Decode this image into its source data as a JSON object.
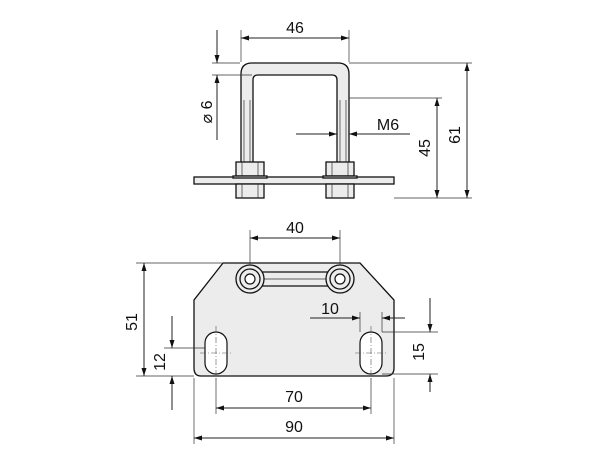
{
  "dimensions": {
    "side_view": {
      "width": "46",
      "rod_diameter": "6",
      "thread": "M6",
      "height_inner": "45",
      "height_total": "61"
    },
    "top_view": {
      "bolt_spacing": "40",
      "height": "51",
      "slot_offset": "12",
      "slot_width": "10",
      "slot_length": "15",
      "slot_spacing": "70",
      "total_width": "90"
    }
  },
  "colors": {
    "line": "#111111",
    "part_fill": "#ececec",
    "background": "#ffffff"
  }
}
